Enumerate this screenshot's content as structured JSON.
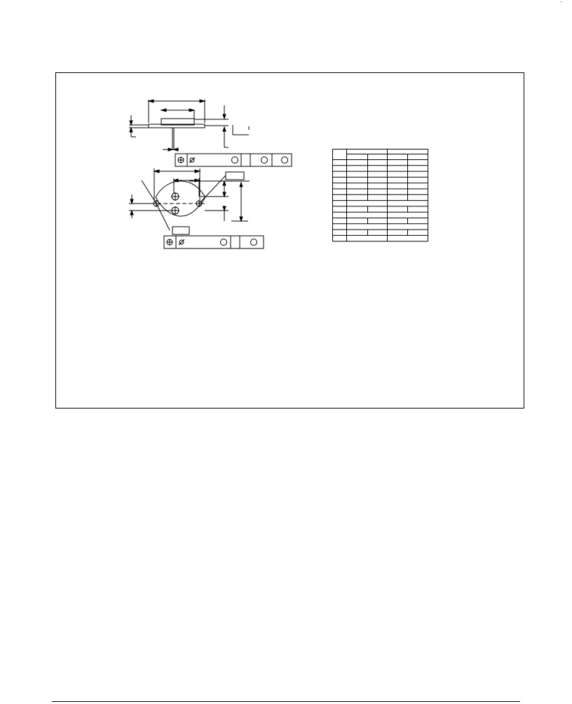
{
  "page": {
    "corner_mark": "˙"
  },
  "feature_control_symbols": {
    "position": "⊕",
    "diameter": "⌀",
    "circle": "○"
  },
  "dimension_table": {
    "header_rows": 2,
    "body_rows": 14,
    "columns": 5,
    "merged_body_rows": [
      7,
      9,
      11,
      13
    ]
  }
}
